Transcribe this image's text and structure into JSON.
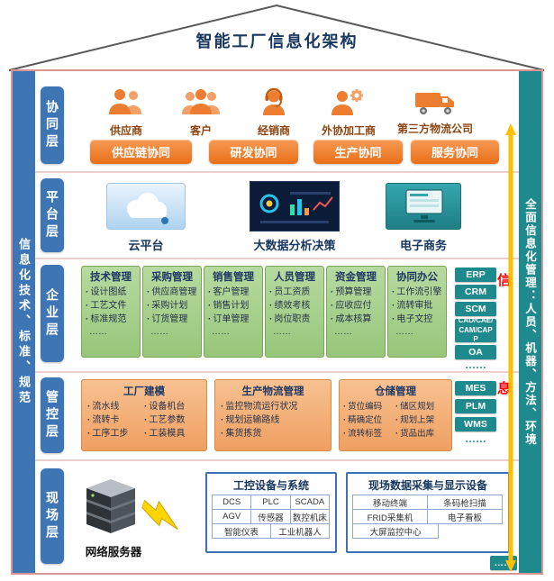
{
  "title": "智能工厂信息化架构",
  "pillars": {
    "left": "信息化技术、标准、规范",
    "right": "全面信息化管理：人员、机器、方法、环境"
  },
  "info_flow": {
    "char1": "信",
    "char2": "息"
  },
  "collab": {
    "label": "协同层",
    "actors": [
      {
        "name": "供应商",
        "icon": "people-pair-icon"
      },
      {
        "name": "客户",
        "icon": "people-group-icon"
      },
      {
        "name": "经销商",
        "icon": "headset-person-icon"
      },
      {
        "name": "外协加工商",
        "icon": "person-gear-icon"
      },
      {
        "name": "第三方物流公司",
        "icon": "truck-icon"
      }
    ],
    "buttons": [
      "供应链协同",
      "研发协同",
      "生产协同",
      "服务协同"
    ]
  },
  "platform": {
    "label": "平台层",
    "items": [
      {
        "name": "云平台",
        "icon": "cloud-image"
      },
      {
        "name": "大数据分析决策",
        "icon": "bigdata-dashboard-image"
      },
      {
        "name": "电子商务",
        "icon": "ecommerce-image"
      }
    ]
  },
  "enterprise": {
    "label": "企业层",
    "groups": [
      {
        "title": "技术管理",
        "items": [
          "设计图纸",
          "工艺文件",
          "标准规范"
        ],
        "more": "……"
      },
      {
        "title": "采购管理",
        "items": [
          "供应商管理",
          "采购计划",
          "订货管理"
        ],
        "more": "……"
      },
      {
        "title": "销售管理",
        "items": [
          "客户管理",
          "销售计划",
          "订单管理"
        ],
        "more": "……"
      },
      {
        "title": "人员管理",
        "items": [
          "员工资质",
          "绩效考核",
          "岗位职责"
        ],
        "more": "……"
      },
      {
        "title": "资金管理",
        "items": [
          "预算管理",
          "应收应付",
          "成本核算"
        ],
        "more": "……"
      },
      {
        "title": "协同办公",
        "items": [
          "工作流引擎",
          "流转审批",
          "电子文控"
        ],
        "more": "……"
      }
    ],
    "systems": [
      "ERP",
      "CRM",
      "SCM",
      "CAD/CAE/CAM/CAPP",
      "OA",
      "……"
    ]
  },
  "control": {
    "label": "管控层",
    "groups": [
      {
        "title": "工厂建模",
        "items": [
          "流水线",
          "设备机台",
          "流转卡",
          "工艺参数",
          "工序工步",
          "工装模具"
        ]
      },
      {
        "title": "生产物流管理",
        "items": [
          "监控物流运行状况",
          "规划运输路线",
          "集货拣货"
        ]
      },
      {
        "title": "仓储管理",
        "items": [
          "货位编码",
          "储区规划",
          "精确定位",
          "规划上架",
          "流转标签",
          "货品出库"
        ]
      }
    ],
    "systems": [
      "MES",
      "PLM",
      "WMS",
      "……"
    ]
  },
  "field": {
    "label": "现场层",
    "server": "网络服务器",
    "server_icon": "server-stack-icon",
    "lightning_icon": "lightning-icon",
    "boxes": [
      {
        "title": "工控设备与系统",
        "cells": [
          "DCS",
          "PLC",
          "SCADA",
          "AGV",
          "传感器",
          "数控机床",
          "智能仪表",
          "工业机器人"
        ]
      },
      {
        "title": "现场数据采集与显示设备",
        "cells": [
          "移动终端",
          "条码枪扫描",
          "FRID采集机",
          "电子看板",
          "大屏监控中心"
        ]
      }
    ],
    "more": "……"
  },
  "colors": {
    "pillar_blue": "#3e76b5",
    "pillar_teal": "#1f8a8e",
    "accent_orange": "#ed7d31",
    "green_box": "#a6cf8b",
    "peach_box": "#f2ab72",
    "border_pink": "#d99694",
    "arrow_yellow": "#ffc000",
    "info_red": "#ff0000"
  }
}
